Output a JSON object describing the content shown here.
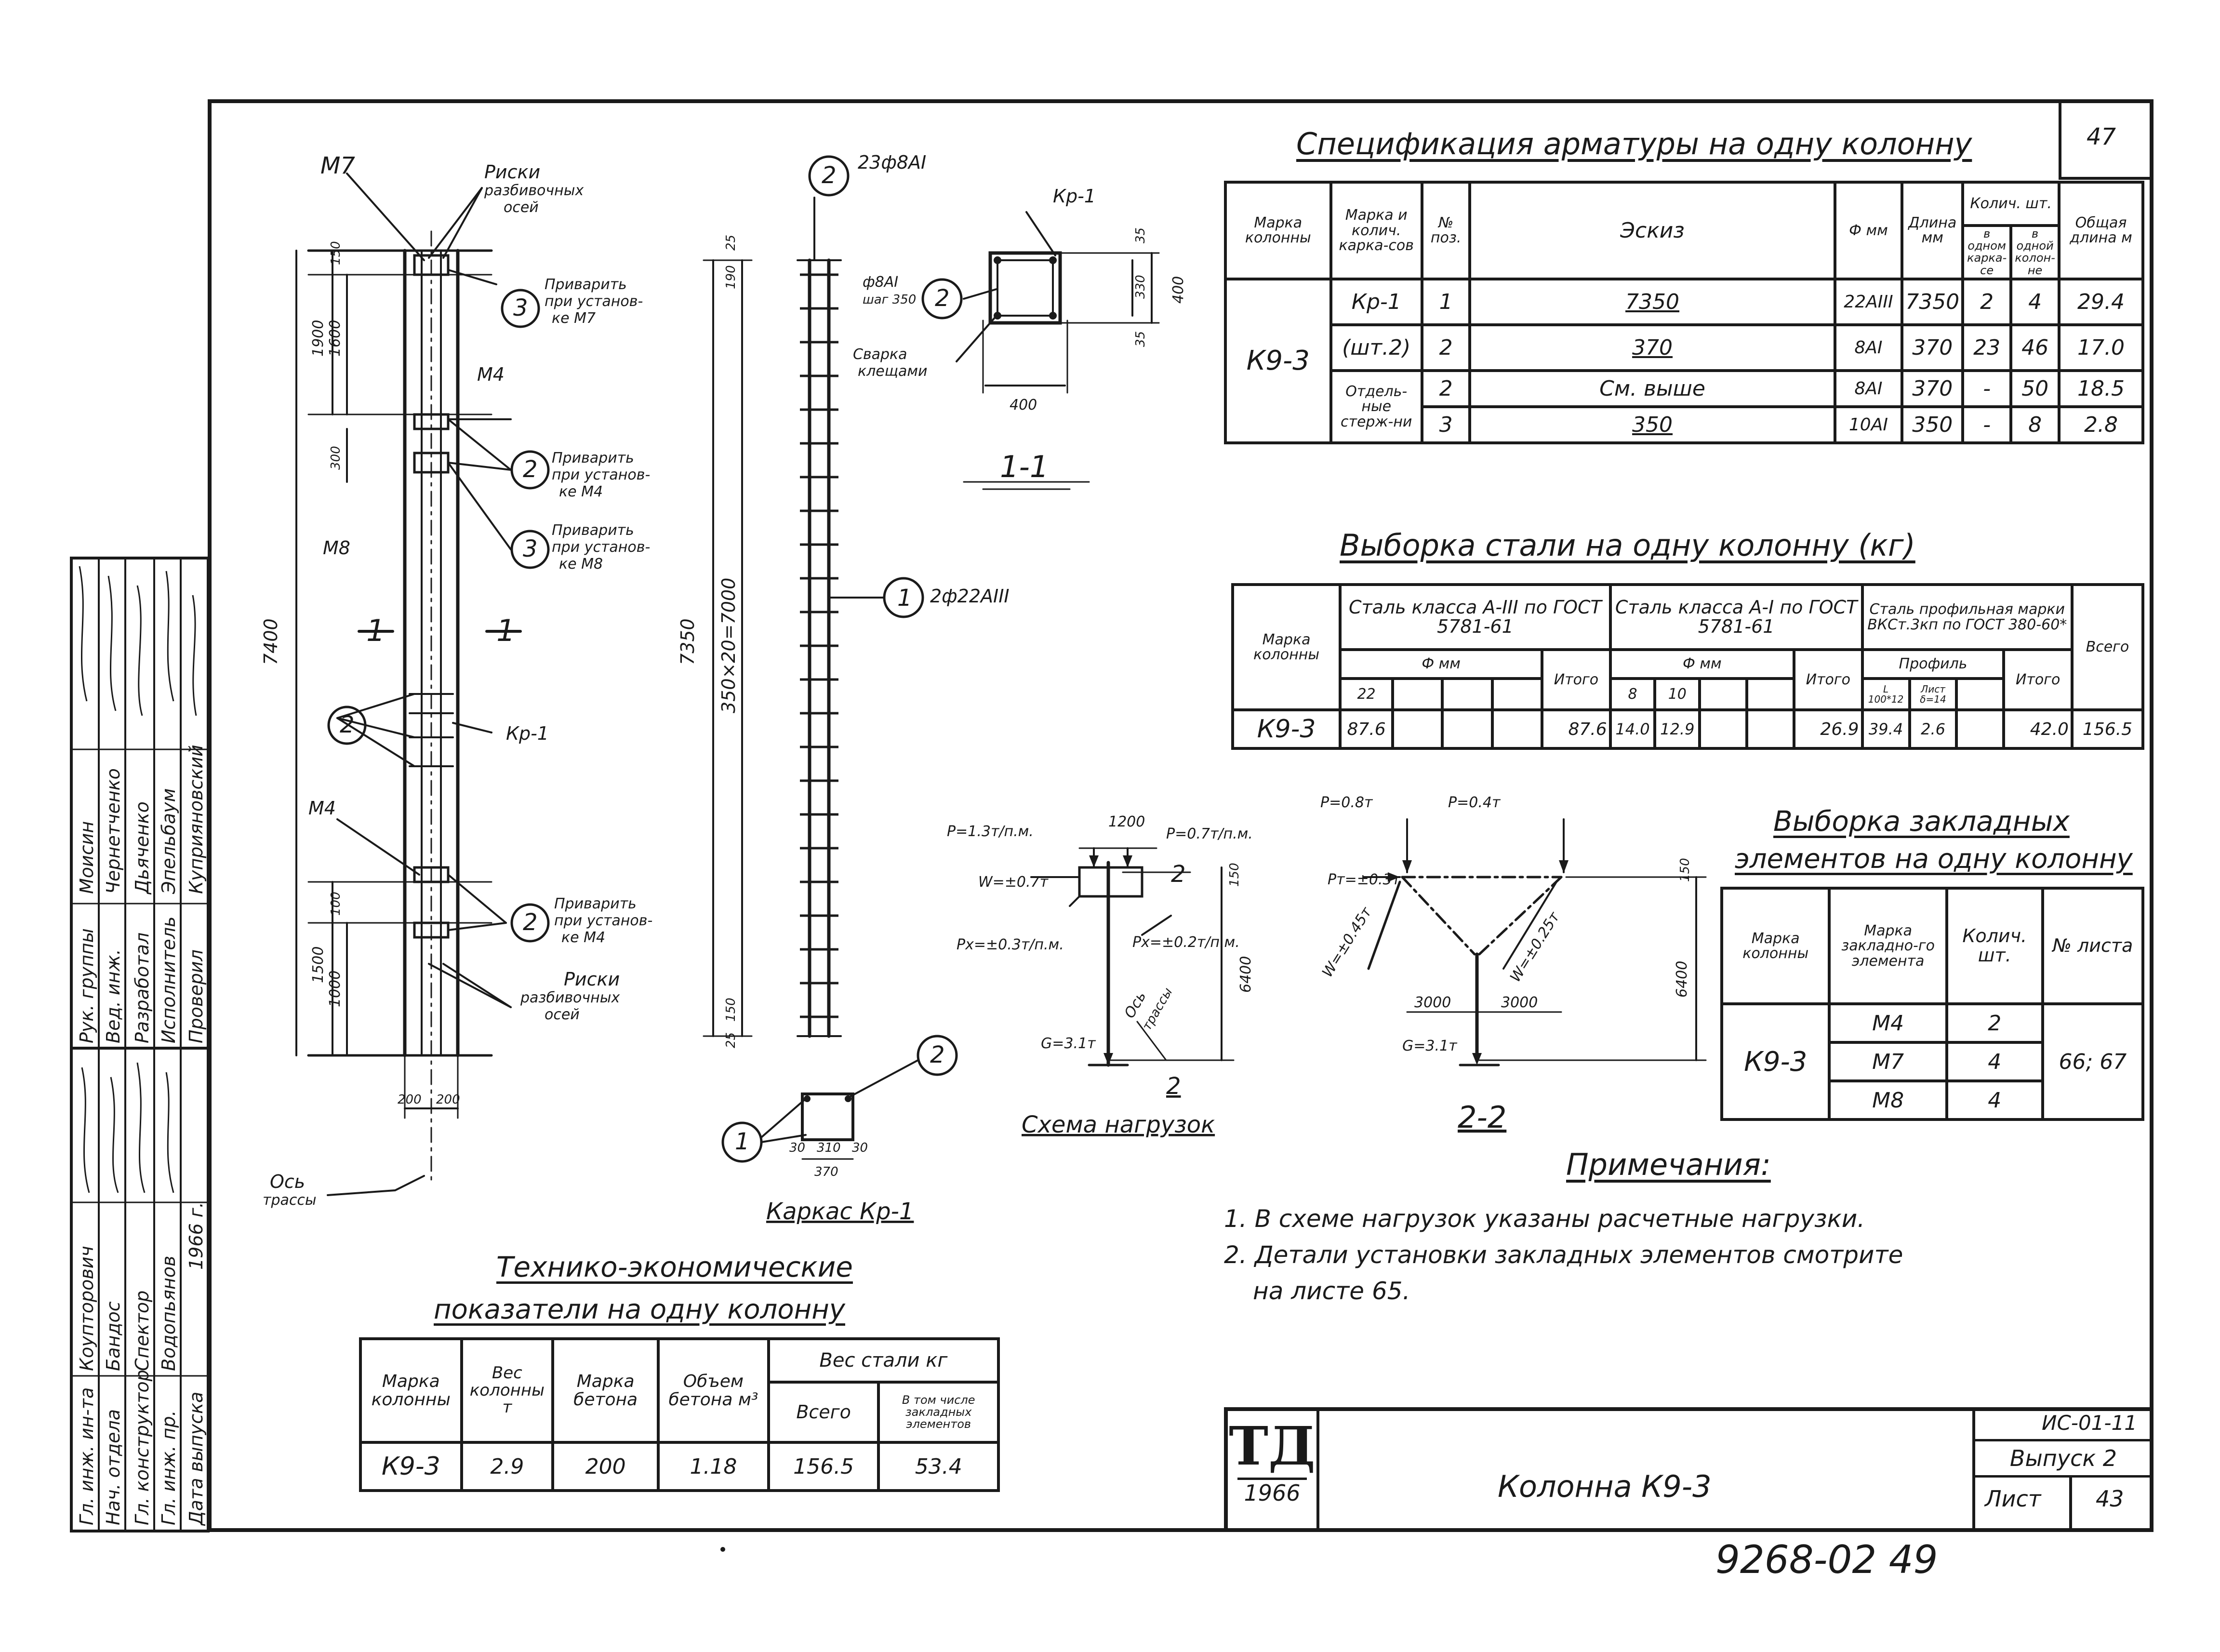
{
  "sheet": {
    "corner_number": "47",
    "bottom_number": "9268-02 49",
    "title_block": {
      "logo": "ТД",
      "year": "1966",
      "drawing_title": "Колонна К9-3",
      "code": "ИС-01-11",
      "issue": "Выпуск 2",
      "sheet_label": "Лист",
      "sheet_no": "43"
    }
  },
  "spec": {
    "title": "Спецификация арматуры на одну колонну",
    "headers": {
      "mark": "Марка колонны",
      "frame": "Марка и колич. карка-сов",
      "pos": "№ поз.",
      "sketch": "Эскиз",
      "dia": "Ф мм",
      "len": "Длина мм",
      "qty": "Колич. шт.",
      "qty_frame": "в одном карка-се",
      "qty_col": "в одной колон-не",
      "total": "Общая длина м"
    },
    "mark": "К9-3",
    "frame_mark": "Кр-1",
    "frame_qty": "(шт.2)",
    "separate": "Отдель-ные стерж-ни",
    "rows": [
      {
        "pos": "1",
        "sketch": "7350",
        "dia": "22АIII",
        "len": "7350",
        "qf": "2",
        "qc": "4",
        "total": "29.4"
      },
      {
        "pos": "2",
        "sketch": "370",
        "dia": "8АI",
        "len": "370",
        "qf": "23",
        "qc": "46",
        "total": "17.0"
      },
      {
        "pos": "2",
        "sketch": "См. выше",
        "dia": "8АI",
        "len": "370",
        "qf": "-",
        "qc": "50",
        "total": "18.5"
      },
      {
        "pos": "3",
        "sketch": "350",
        "dia": "10АI",
        "len": "350",
        "qf": "-",
        "qc": "8",
        "total": "2.8"
      }
    ]
  },
  "steel": {
    "title": "Выборка стали на одну колонну (кг)",
    "h_mark": "Марка колонны",
    "h_a3": "Сталь класса А-III по ГОСТ 5781-61",
    "h_a1": "Сталь класса А-I по ГОСТ 5781-61",
    "h_prof": "Сталь профильная марки ВКСт.3кп по ГОСТ 380-60*",
    "h_total": "Всего",
    "h_dia": "Ф мм",
    "h_itogo": "Итого",
    "h_profile": "Профиль",
    "d22": "22",
    "d8": "8",
    "d10": "10",
    "p1": "L 100*12",
    "p2": "Лист δ=14",
    "mark": "К9-3",
    "v22": "87.6",
    "it1": "87.6",
    "v8": "14.0",
    "v10": "12.9",
    "it2": "26.9",
    "vp1": "39.4",
    "vp2": "2.6",
    "it3": "42.0",
    "total": "156.5"
  },
  "emb": {
    "title1": "Выборка закладных",
    "title2": "элементов на одну колонну",
    "h_mark": "Марка колонны",
    "h_el": "Марка закладно-го элемента",
    "h_qty": "Колич. шт.",
    "h_sheet": "№ листа",
    "mark": "К9-3",
    "rows": [
      {
        "el": "М4",
        "qty": "2"
      },
      {
        "el": "М7",
        "qty": "4"
      },
      {
        "el": "М8",
        "qty": "4"
      }
    ],
    "sheets": "66; 67"
  },
  "tech": {
    "title1": "Технико-экономические",
    "title2": "показатели на одну колонну",
    "h_mark": "Марка колонны",
    "h_weight": "Вес колонны т",
    "h_concrete": "Марка бетона",
    "h_volume": "Объем бетона м³",
    "h_steel": "Вес стали кг",
    "h_all": "Всего",
    "h_emb": "В том числе закладных элементов",
    "mark": "К9-3",
    "weight": "2.9",
    "concrete": "200",
    "volume": "1.18",
    "all": "156.5",
    "emb": "53.4"
  },
  "notes": {
    "title": "Примечания:",
    "n1": "1. В схеме нагрузок указаны расчетные нагрузки.",
    "n2a": "2. Детали установки закладных элементов смотрите",
    "n2b": "на листе 65."
  },
  "column": {
    "m7": "М7",
    "m4_top": "М4",
    "m8": "М8",
    "m4_bot": "М4",
    "kr1": "Кр-1",
    "marks_top": "Риски разбивочных осей",
    "marks_bot": "Риски разбивочных осей",
    "weld_m7": "Приварить при установ-ке М7",
    "weld_m4_top": "Приварить при установ-ке М4",
    "weld_m8": "Приварить при установ-ке М8",
    "weld_m4_bot": "Приварить при установ-ке М4",
    "n3a": "3",
    "n2a": "2",
    "n3b": "3",
    "n2b": "2",
    "n2c": "2",
    "sec1": "1",
    "sec1b": "1",
    "d7400": "7400",
    "d1900": "1900",
    "d1600": "1600",
    "d150": "150",
    "d300": "300",
    "d1500": "1500",
    "d1000": "1000",
    "d100": "100",
    "d200a": "200",
    "d200b": "200",
    "axis": "Ось трассы"
  },
  "frame": {
    "n2": "2",
    "top_label": "23ф8АI",
    "n1": "1",
    "main_label": "2ф22АIII",
    "d7350": "7350",
    "d7000": "350×20=7000",
    "d190": "190",
    "d25": "25",
    "d150": "150",
    "d25b": "25",
    "caption": "Каркас Кр-1",
    "sec_n2": "2",
    "sec_n1": "1",
    "w30a": "30",
    "w310": "310",
    "w30b": "30",
    "w370": "370"
  },
  "section": {
    "kr1": "Кр-1",
    "n2": "2",
    "bar": "ф8АI",
    "step": "шаг 350",
    "weld": "Сварка клещами",
    "d35": "35",
    "d330": "330",
    "d35b": "35",
    "d400h": "400",
    "d400w": "400",
    "caption": "1-1"
  },
  "loads": {
    "p1": "P=1.3т/п.м.",
    "p2": "P=0.7т/п.м.",
    "w": "W=±0.7т",
    "px1": "Px=±0.3т/п.м.",
    "px2": "Px=±0.2т/п.м.",
    "d1200": "1200",
    "d150": "150",
    "d6400": "6400",
    "g": "G=3.1т",
    "axis": "Ось трассы",
    "sec2": "2",
    "caption": "Схема нагрузок"
  },
  "sec22": {
    "p08": "P=0.8т",
    "p04": "P=0.4т",
    "pt": "Pт=±0.3т",
    "w045": "W=±0.45т",
    "w025": "W=±0.25т",
    "d3000a": "3000",
    "d3000b": "3000",
    "d150": "150",
    "d6400": "6400",
    "g": "G=3.1т",
    "caption": "2-2"
  },
  "stamp": {
    "r1a": "Рук. группы",
    "r1b": "Моисин",
    "r2a": "Вед. инж.",
    "r2b": "Чернетченко",
    "r3a": "Разработал",
    "r3b": "Дьяченко",
    "r4a": "Исполнитель",
    "r4b": "Эпельбаум",
    "r5a": "Проверил",
    "r5b": "Куприяновский",
    "r6a": "Гл. инж. ин-та",
    "r6b": "Коупторович",
    "r7a": "Нач. отдела",
    "r7b": "Бандос",
    "r8a": "Гл. конструктор",
    "r8b": "Спектор",
    "r9a": "Гл. инж. пр.",
    "r9b": "Водопьянов",
    "r10a": "Дата выпуска",
    "r10b": "1966 г."
  }
}
